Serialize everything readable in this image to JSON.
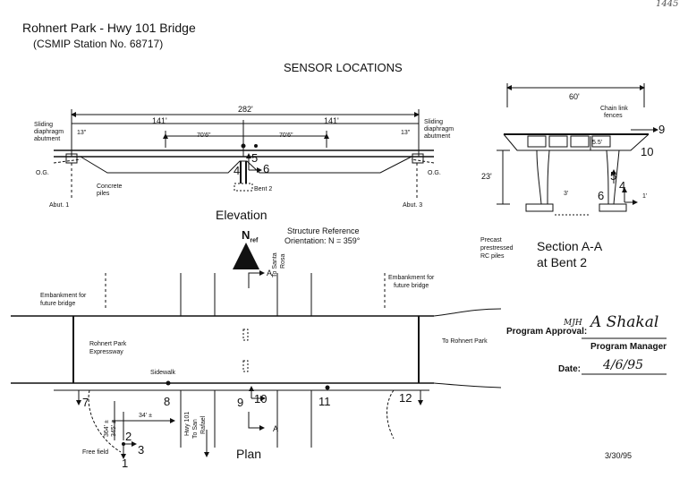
{
  "header": {
    "title": "Rohnert Park - Hwy 101 Bridge",
    "station": "(CSMIP Station No.  68717)",
    "corner_mark": "1445",
    "heading": "SENSOR LOCATIONS"
  },
  "elevation": {
    "overall_span": "282'",
    "span_left": "141'",
    "span_right": "141'",
    "sub_left": "70'6\"",
    "sub_right": "70'6\"",
    "end_left": "13\"",
    "end_right": "13\"",
    "abut_left_label_1": "Sliding",
    "abut_left_label_2": "diaphragm",
    "abut_left_label_3": "abutment",
    "abut_right_label_1": "Sliding",
    "abut_right_label_2": "diaphragm",
    "abut_right_label_3": "abutment",
    "og_left": "O.G.",
    "og_right": "O.G.",
    "concrete_piles_1": "Concrete",
    "concrete_piles_2": "piles",
    "bent_label": "Bent 2",
    "abut1": "Abut. 1",
    "abut3": "Abut. 3",
    "caption": "Elevation",
    "sensors": [
      "4",
      "5",
      "6"
    ]
  },
  "section": {
    "width": "60'",
    "fence_1": "Chain link",
    "fence_2": "fences",
    "depth_box": "5.5'",
    "height": "23'",
    "footing": "3'",
    "base": "1'",
    "piles_1": "Precast",
    "piles_2": "prestressed",
    "piles_3": "RC piles",
    "caption_1": "Section A-A",
    "caption_2": "at Bent 2",
    "sensors": [
      "4",
      "5",
      "6",
      "9",
      "10"
    ]
  },
  "reference": {
    "north_label": "N",
    "north_sub": "ref",
    "title": "Structure Reference",
    "orientation": "Orientation: N = 359°"
  },
  "plan": {
    "embank_left_1": "Embankment for",
    "embank_left_2": "future bridge",
    "embank_right_1": "Embankment for",
    "embank_right_2": "future bridge",
    "expressway_1": "Rohnert Park",
    "expressway_2": "Expressway",
    "to_rohnert": "To Rohnert Park",
    "to_santa_rosa_1": "To Santa",
    "to_santa_rosa_2": "Rosa",
    "sidewalk": "Sidewalk",
    "hwy": "Hwy 101",
    "to_san_rafael_1": "To San",
    "to_san_rafael_2": "Rafael",
    "dist_34": "34' ±",
    "dist_364": "364' ±",
    "dist_345": "345' ±",
    "free_field": "Free field",
    "section_mark": "A",
    "caption": "Plan",
    "sensors": [
      "1",
      "2",
      "3",
      "7",
      "8",
      "9",
      "10",
      "11",
      "12"
    ]
  },
  "approval": {
    "label": "Program Approval:",
    "initials": "MJH",
    "signature": "A Shakal",
    "manager": "Program Manager",
    "date_label": "Date:",
    "date_value": "4/6/95"
  },
  "footer": {
    "date": "3/30/95"
  }
}
